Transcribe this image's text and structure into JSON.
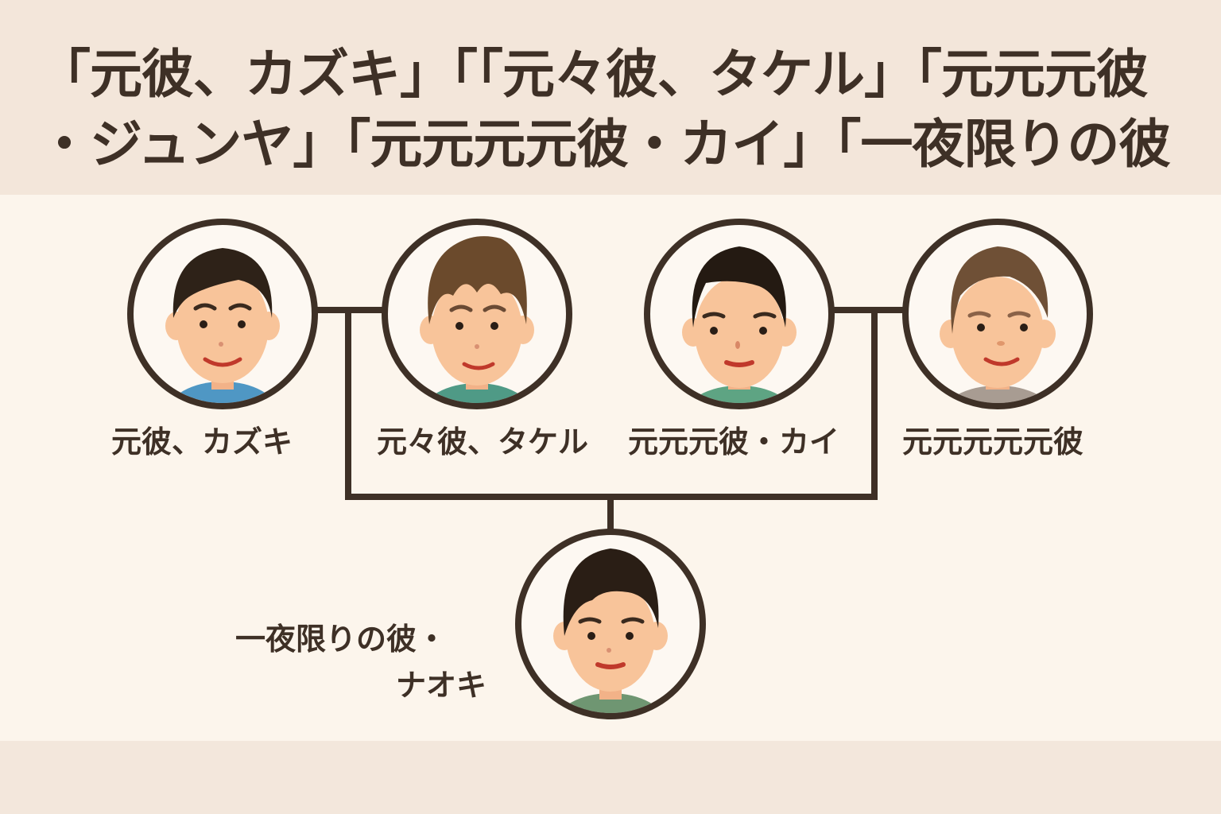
{
  "header": {
    "title_line1": "「元彼、カズキ」「「元々彼、タケル」「元元元彼",
    "title_line2": "・ジュンヤ」「元元元元彼・カイ」「一夜限りの彼"
  },
  "nodes": [
    {
      "id": "kazuki",
      "label": "元彼、カズキ",
      "hair": "#2e2218",
      "shirt": "#4f97c4"
    },
    {
      "id": "takeru",
      "label": "元々彼、タケル",
      "hair": "#6b4a2c",
      "shirt": "#4f9a86"
    },
    {
      "id": "kai",
      "label": "元元元彼・カイ",
      "hair": "#241a12",
      "shirt": "#5ea483"
    },
    {
      "id": "gen5",
      "label": "元元元元元彼",
      "hair": "#6f5036",
      "shirt": "#a89c92"
    },
    {
      "id": "naoki",
      "label_line1": "一夜限りの彼・",
      "label_line2": "ナオキ",
      "hair": "#2a1e15",
      "shirt": "#6f9672"
    }
  ],
  "colors": {
    "ink": "#3e3026",
    "skin": "#f8c49a",
    "top_band": "#f3e6da",
    "main_bg": "#fcf5ec",
    "mouth": "#c0392b"
  }
}
